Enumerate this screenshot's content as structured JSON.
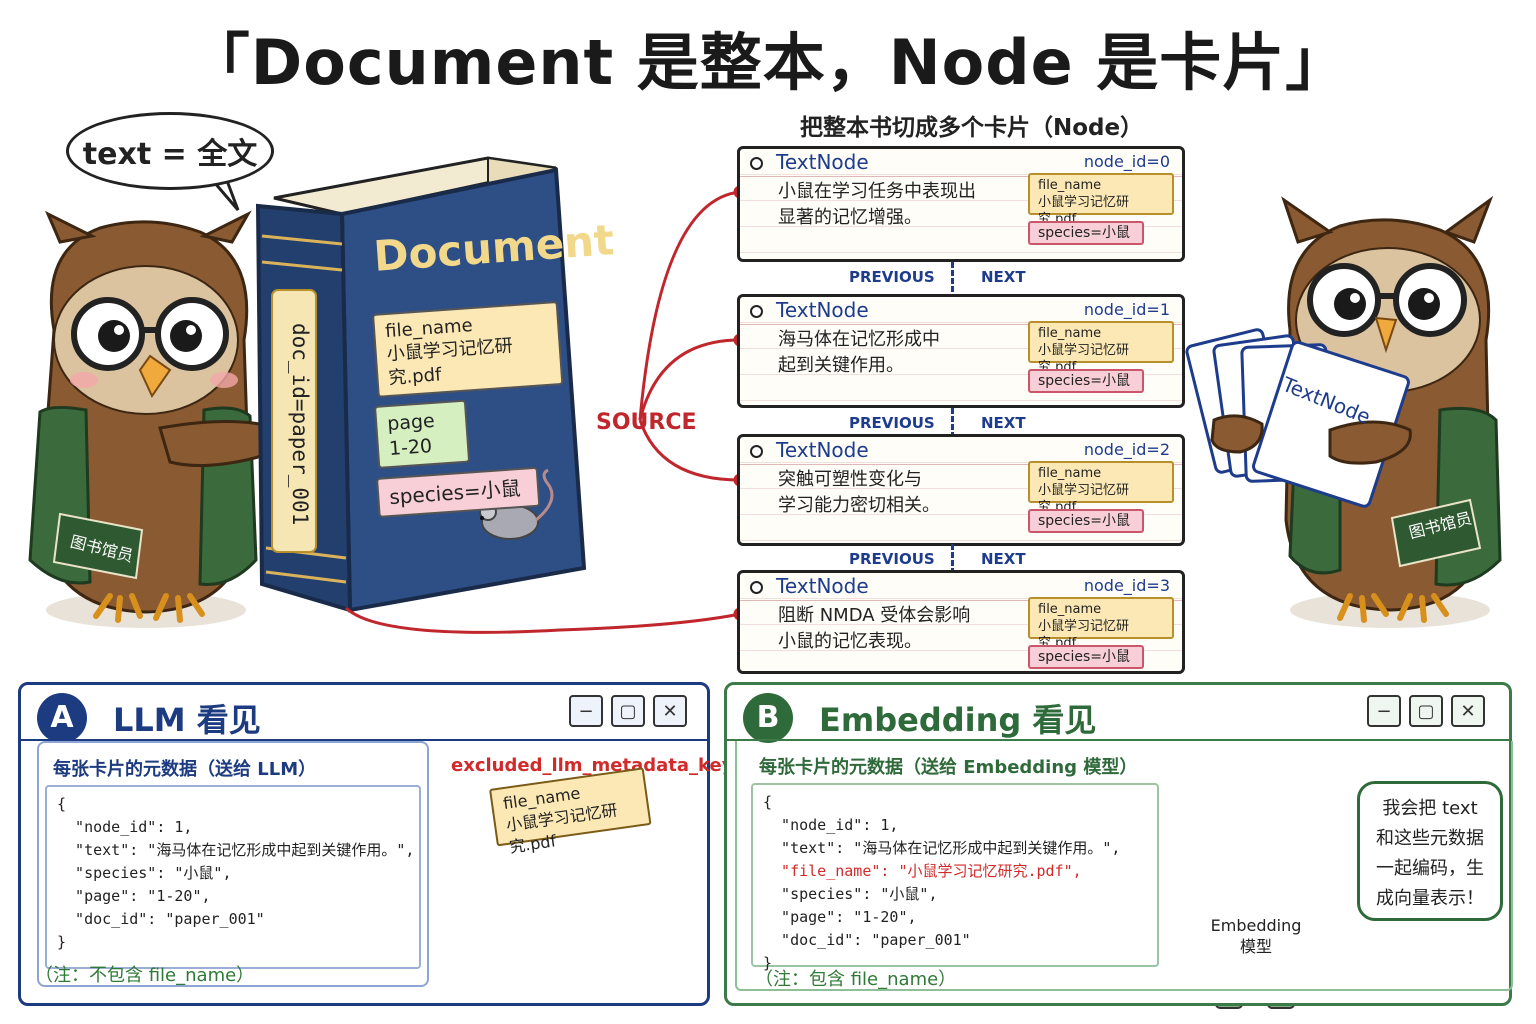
{
  "title": "「Document 是整本，Node 是卡片」",
  "speech": "text = 全文",
  "document": {
    "title": "Document",
    "doc_id": "doc_id=paper_001",
    "file_key": "file_name",
    "file_value": "小鼠学习记忆研究.pdf",
    "page_key": "page",
    "page_value": "1-20",
    "species": "species=小鼠"
  },
  "source_label": "SOURCE",
  "nodes_heading": "把整本书切成多个卡片（Node）",
  "nodes": [
    {
      "kind": "TextNode",
      "id": "node_id=0",
      "line1": "小鼠在学习任务中表现出",
      "line2": "显著的记忆增强。",
      "file_key": "file_name",
      "file_value": "小鼠学习记忆研究.pdf",
      "species": "species=小鼠"
    },
    {
      "kind": "TextNode",
      "id": "node_id=1",
      "line1": "海马体在记忆形成中",
      "line2": "起到关键作用。",
      "file_key": "file_name",
      "file_value": "小鼠学习记忆研究.pdf",
      "species": "species=小鼠"
    },
    {
      "kind": "TextNode",
      "id": "node_id=2",
      "line1": "突触可塑性变化与",
      "line2": "学习能力密切相关。",
      "file_key": "file_name",
      "file_value": "小鼠学习记忆研究.pdf",
      "species": "species=小鼠"
    },
    {
      "kind": "TextNode",
      "id": "node_id=3",
      "line1": "阻断 NMDA 受体会影响",
      "line2": "小鼠的记忆表现。",
      "file_key": "file_name",
      "file_value": "小鼠学习记忆研究.pdf",
      "species": "species=小鼠"
    }
  ],
  "links": {
    "previous": "PREVIOUS",
    "next": "NEXT"
  },
  "deck_label": "TextNode",
  "librarian_badge": "图书馆员",
  "panel_a": {
    "letter": "A",
    "title": "LLM 看见",
    "heading": "每张卡片的元数据（送给 LLM）",
    "json_lines": [
      "{",
      "  \"node_id\": 1,",
      "  \"text\": \"海马体在记忆形成中起到关键作用。\",",
      "  \"species\": \"小鼠\",",
      "  \"page\": \"1-20\",",
      "  \"doc_id\": \"paper_001\"",
      "}"
    ],
    "note": "（注：不包含 file_name）",
    "excluded_label": "excluded_llm_metadata_keys",
    "trash_key": "file_name",
    "trash_value": "小鼠学习记忆研究.pdf"
  },
  "panel_b": {
    "letter": "B",
    "title": "Embedding 看见",
    "heading": "每张卡片的元数据（送给 Embedding 模型）",
    "json_lines": [
      "{",
      "  \"node_id\": 1,",
      "  \"text\": \"海马体在记忆形成中起到关键作用。\",",
      "  \"file_name\": \"小鼠学习记忆研究.pdf\",",
      "  \"species\": \"小鼠\",",
      "  \"page\": \"1-20\",",
      "  \"doc_id\": \"paper_001\"",
      "}"
    ],
    "note": "（注：包含 file_name）",
    "bubble": [
      "我会把 text",
      "和这些元数据",
      "一起编码，生",
      "成向量表示！"
    ],
    "robot_line1": "Embedding",
    "robot_line2": "模型"
  },
  "window_controls": {
    "minimize": "−",
    "maximize": "▢",
    "close": "✕"
  },
  "colors": {
    "navy": "#1d3b80",
    "green": "#2f6b3a",
    "red": "#c0272d",
    "book": "#2d4f86",
    "gold": "#f2d88a"
  }
}
